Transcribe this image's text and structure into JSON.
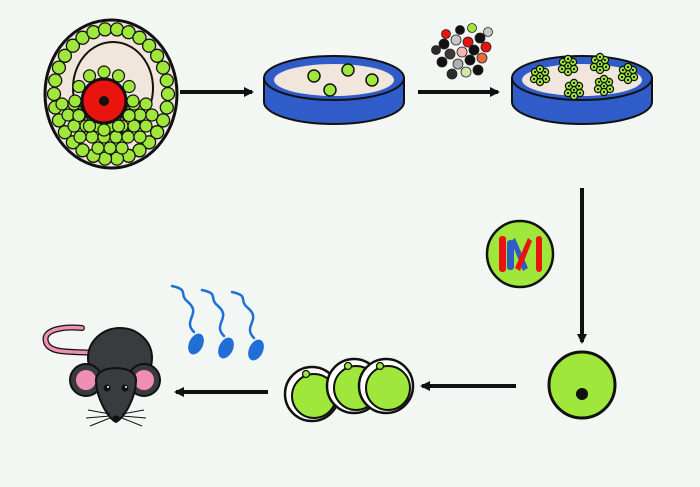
{
  "colors": {
    "background": "#f3f7f4",
    "cell_green": "#9fe83b",
    "nucleus_red": "#e8140d",
    "dish_blue": "#2f5cc8",
    "dish_inner": "#f1e6dc",
    "follicle_cream": "#f1e6dc",
    "outline": "#111111",
    "sperm_blue": "#1f6fd6",
    "mouse_body": "#3a3b3f",
    "mouse_ear_pink": "#f08fb2",
    "chromosome_red": "#e8140d",
    "chromosome_blue": "#2f5cc8"
  },
  "steps": [
    {
      "id": "follicle",
      "kind": "ovarian-follicle"
    },
    {
      "id": "culture-dish",
      "kind": "petri-dish-with-cells"
    },
    {
      "id": "small-molecules",
      "kind": "molecule-pile"
    },
    {
      "id": "colony-dish",
      "kind": "petri-dish-with-colonies"
    },
    {
      "id": "meiosis",
      "kind": "chromosome-cell"
    },
    {
      "id": "oocyte",
      "kind": "single-cell"
    },
    {
      "id": "embryos",
      "kind": "cell-cluster"
    },
    {
      "id": "sperm",
      "kind": "sperm-cells"
    },
    {
      "id": "mouse",
      "kind": "mouse"
    }
  ],
  "arrows": [
    {
      "from": "follicle",
      "to": "culture-dish"
    },
    {
      "from": "culture-dish",
      "to": "colony-dish"
    },
    {
      "from": "colony-dish",
      "to": "oocyte"
    },
    {
      "from": "oocyte",
      "to": "embryos"
    },
    {
      "from": "embryos",
      "to": "mouse"
    }
  ]
}
